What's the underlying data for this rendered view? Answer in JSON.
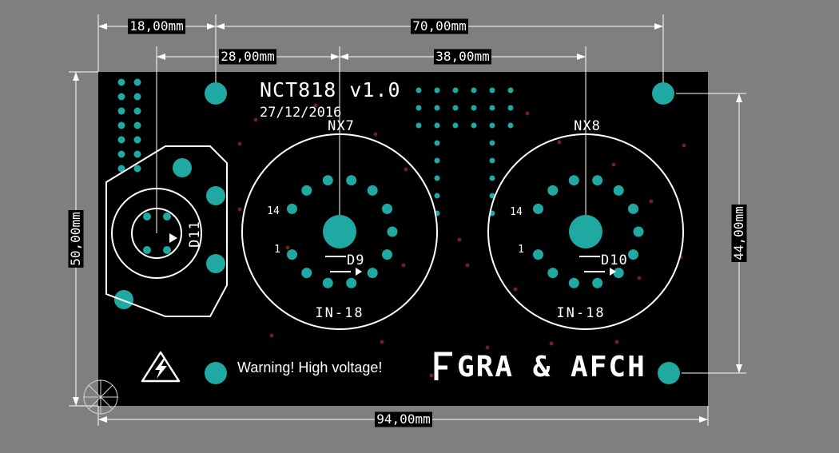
{
  "title_block": {
    "title": "NCT818 v1.0",
    "date": "27/12/2016"
  },
  "dims": {
    "top_left": "18,00mm",
    "top_right": "70,00mm",
    "mid_left": "28,00mm",
    "mid_right": "38,00mm",
    "left": "50,00mm",
    "right": "44,00mm",
    "bottom": "94,00mm"
  },
  "tubes": {
    "left": {
      "label": "NX7",
      "designator": "D9",
      "type": "IN-18",
      "pin_last": "14",
      "pin_first": "1"
    },
    "right": {
      "label": "NX8",
      "designator": "D10",
      "type": "IN-18",
      "pin_last": "14",
      "pin_first": "1"
    }
  },
  "indicator": {
    "designator": "D11"
  },
  "warning_text": "Warning! High voltage!",
  "brand_text": "GRA & AFCH",
  "colors": {
    "background": "#7f7f7f",
    "board": "#000000",
    "copper_pad": "#1fa9a2",
    "silkscreen": "#ffffff",
    "via": "#6b2416"
  }
}
